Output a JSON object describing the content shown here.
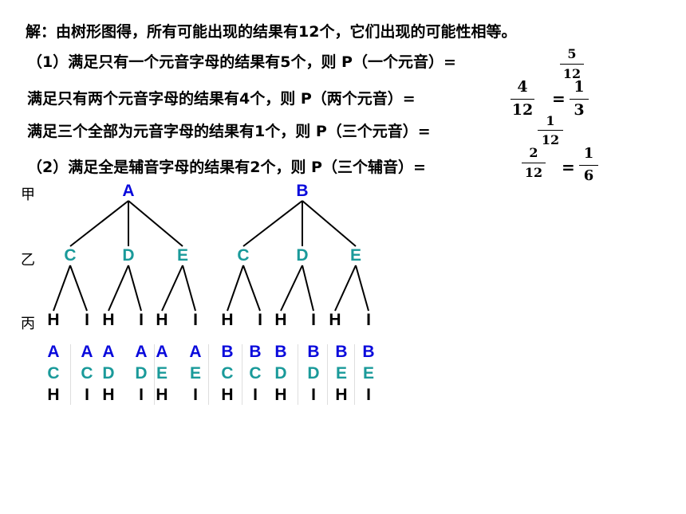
{
  "text": {
    "line0": "解：由树形图得，所有可能出现的结果有12个，它们出现的可能性相等。",
    "line1": "（1）满足只有一个元音字母的结果有5个，则 P（一个元音）=",
    "line2": "满足只有两个元音字母的结果有4个，则 P（两个元音）=",
    "line3": "满足三个全部为元音字母的结果有1个，则 P（三个元音）=",
    "line4": "（2）满足全是辅音字母的结果有2个，则 P（三个辅音）="
  },
  "fractions": {
    "f1": {
      "num": "5",
      "den": "12"
    },
    "f2": {
      "num": "4",
      "den": "12"
    },
    "f2b": {
      "num": "1",
      "den": "3"
    },
    "f3": {
      "num": "1",
      "den": "12"
    },
    "f4": {
      "num": "2",
      "den": "12"
    },
    "f4b": {
      "num": "1",
      "den": "6"
    }
  },
  "equals": "=",
  "tree": {
    "level_labels": [
      "甲",
      "乙",
      "丙"
    ],
    "level1": [
      "A",
      "B"
    ],
    "level2": [
      "C",
      "D",
      "E",
      "C",
      "D",
      "E"
    ],
    "level3": [
      "H",
      "I",
      "H",
      "I",
      "H",
      "I",
      "H",
      "I",
      "H",
      "I",
      "H",
      "I"
    ]
  },
  "outcomes": [
    [
      "A",
      "C",
      "H"
    ],
    [
      "A",
      "C",
      "I"
    ],
    [
      "A",
      "D",
      "H"
    ],
    [
      "A",
      "D",
      "I"
    ],
    [
      "A",
      "E",
      "H"
    ],
    [
      "A",
      "E",
      "I"
    ],
    [
      "B",
      "C",
      "H"
    ],
    [
      "B",
      "C",
      "I"
    ],
    [
      "B",
      "D",
      "H"
    ],
    [
      "B",
      "D",
      "I"
    ],
    [
      "B",
      "E",
      "H"
    ],
    [
      "B",
      "E",
      "I"
    ]
  ]
}
